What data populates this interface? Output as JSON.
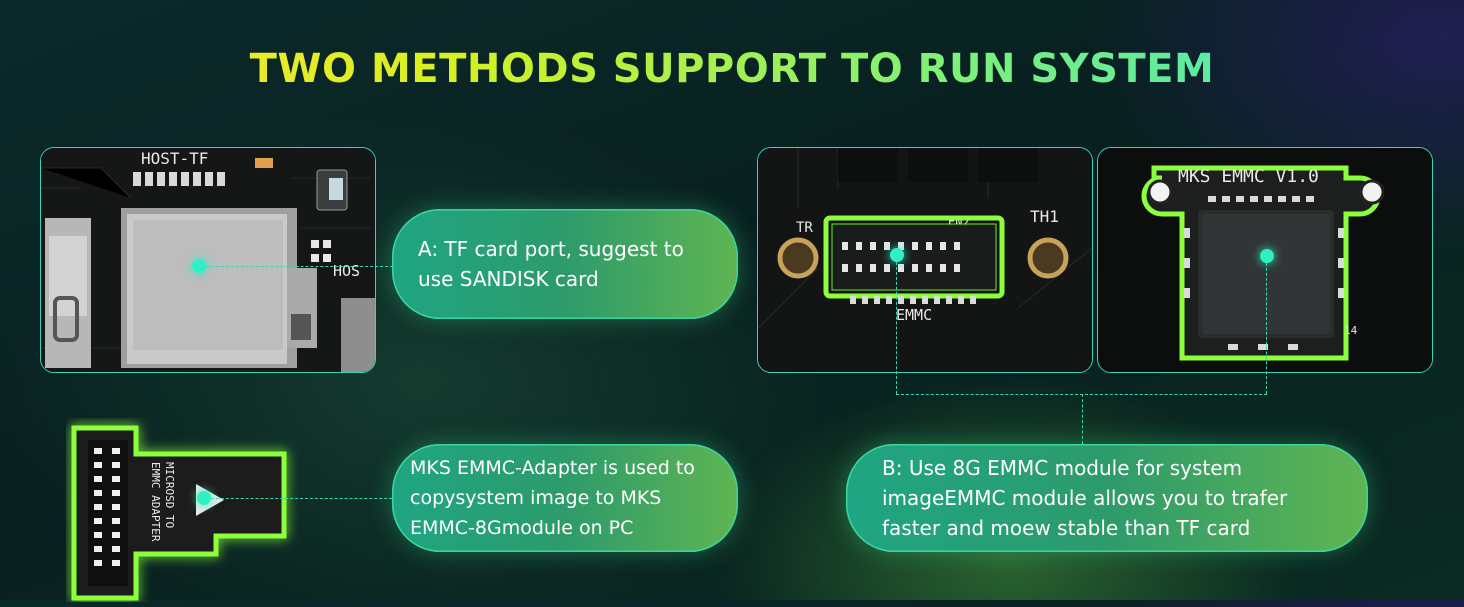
{
  "title": "TWO METHODS SUPPORT TO RUN SYSTEM",
  "photos": {
    "tf_port": {
      "labels": [
        "HOST-TF",
        "HOS"
      ]
    },
    "emmc_header": {
      "labels": [
        "TH1",
        "EMMC",
        "TR",
        "EN2"
      ]
    },
    "emmc_module": {
      "labels": [
        "MKS EMMC V1.0",
        "14"
      ]
    },
    "adapter": {
      "labels": [
        "MICROSD TO",
        "EMMC ADAPTER"
      ]
    }
  },
  "callouts": {
    "a_text": "A: TF card port, suggest to use SANDISK card",
    "adapter_text": "MKS EMMC-Adapter is used to copysystem image to MKS EMMC-8Gmodule on PC",
    "b_text": "B: Use 8G EMMC module for system imageEMMC module allows you to trafer faster and moew stable than TF card"
  },
  "colors": {
    "accent": "#2ff0c4",
    "glow_green": "#7dff3a",
    "bubble_start": "#1fa583",
    "bubble_end": "#5fb552",
    "title_gradient": [
      "#ffe23a",
      "#7df07a",
      "#3fe7c9"
    ]
  }
}
